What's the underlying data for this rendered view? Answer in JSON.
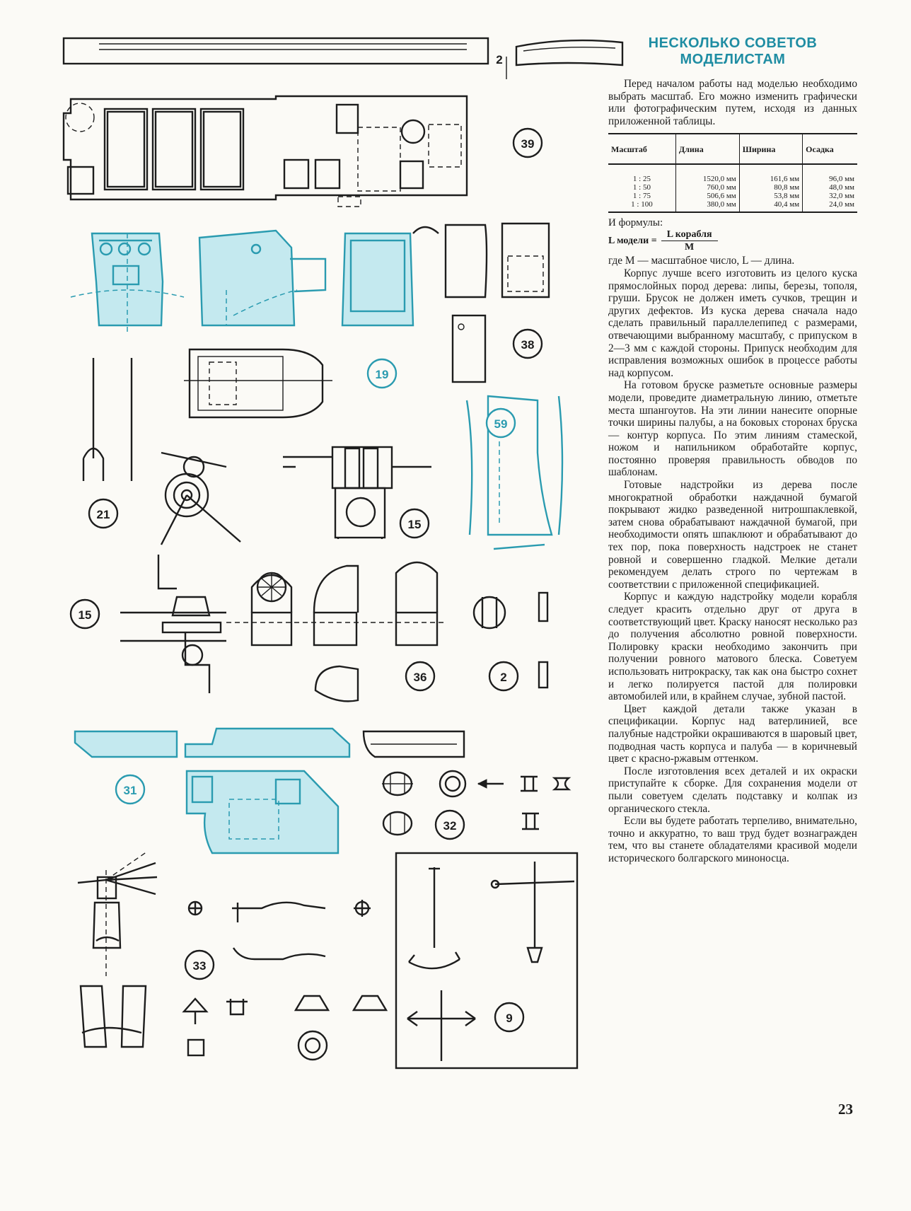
{
  "article": {
    "title_line1": "НЕСКОЛЬКО СОВЕТОВ",
    "title_line2": "МОДЕЛИСТАМ",
    "intro": "Перед началом работы над моделью необходимо выбрать масштаб. Его можно изменить графически или фотографическим путем, исходя из данных приложенной таблицы.",
    "table": {
      "headers": [
        "Масштаб",
        "Длина",
        "Ширина",
        "Осадка"
      ],
      "rows": [
        [
          "1 : 25",
          "1520,0 мм",
          "161,6 мм",
          "96,0 мм"
        ],
        [
          "1 : 50",
          "760,0 мм",
          "80,8 мм",
          "48,0 мм"
        ],
        [
          "1 : 75",
          "506,6 мм",
          "53,8 мм",
          "32,0 мм"
        ],
        [
          "1 : 100",
          "380,0 мм",
          "40,4 мм",
          "24,0 мм"
        ]
      ]
    },
    "formula_intro": "И формулы:",
    "formula_lhs": "L модели =",
    "formula_numerator": "L корабля",
    "formula_denominator": "М",
    "formula_note": "где М — масштабное число, L — длина.",
    "paragraphs": [
      "Корпус лучше всего изготовить из целого куска прямослойных пород дерева: липы, березы, тополя, груши. Брусок не должен иметь сучков, трещин и других дефектов. Из куска дерева сначала надо сделать правильный параллелепипед с размерами, отвечающими выбранному масштабу, с припуском в 2—3 мм с каждой стороны. Припуск необходим для исправления возможных ошибок в процессе работы над корпусом.",
      "На готовом бруске разметьте основные размеры модели, проведите диаметральную линию, отметьте места шпангоутов. На эти линии нанесите опорные точки ширины палубы, а на боковых сторонах бруска — контур корпуса. По этим линиям стамеской, ножом и напильником обработайте корпус, постоянно проверяя правильность обводов по шаблонам.",
      "Готовые надстройки из дерева после многократной обработки наждачной бумагой покрывают жидко разведенной нитрошпаклевкой, затем снова обрабатывают наждачной бумагой, при необходимости опять шпаклюют и обрабатывают до тех пор, пока поверхность надстроек не станет ровной и совершенно гладкой. Мелкие детали рекомендуем делать строго по чертежам в соответствии с приложенной спецификацией.",
      "Корпус и каждую надстройку модели корабля следует красить отдельно друг от друга в соответствующий цвет. Краску наносят несколько раз до получения абсолютно ровной поверхности. Полировку краски необходимо закончить при получении ровного матового блеска. Советуем использовать нитрокраску, так как она быстро сохнет и легко полируется пастой для полировки автомобилей или, в крайнем случае, зубной пастой.",
      "Цвет каждой детали также указан в спецификации. Корпус над ватерлинией, все палубные надстройки окрашиваются в шаровый цвет, подводная часть корпуса и палуба — в коричневый цвет с красно-ржавым оттенком.",
      "После изготовления всех деталей и их окраски приступайте к сборке. Для сохранения модели от пыли советуем сделать подставку и колпак из органического стекла.",
      "Если вы будете работать терпеливо, внимательно, точно и аккуратно, то ваш труд будет вознагражден тем, что вы станете обладателями красивой модели исторического болгарского миноносца."
    ]
  },
  "figures": {
    "labels": [
      "39",
      "19",
      "38",
      "59",
      "21",
      "15",
      "15",
      "36",
      "2",
      "31",
      "32",
      "33",
      "9"
    ],
    "small_dimension": "2"
  },
  "colors": {
    "ink": "#1d1d1d",
    "accent": "#2a9bb0",
    "accent_fill": "#c4e9ef",
    "title": "#1f8da3",
    "paper": "#fbfaf6"
  },
  "page_number": "23"
}
